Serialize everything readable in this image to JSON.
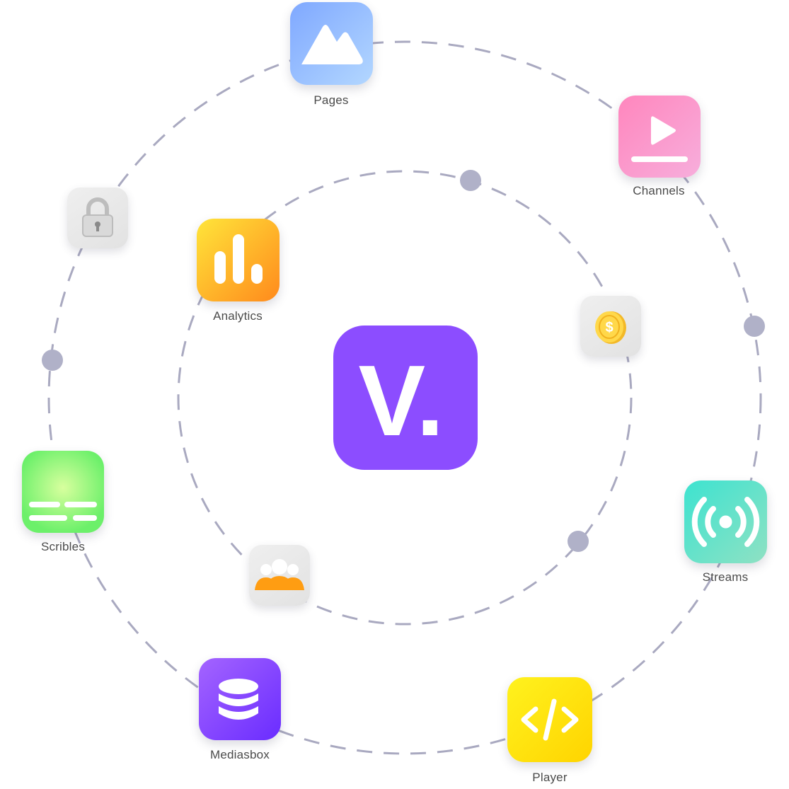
{
  "center": {
    "logo_text": "V.",
    "color": "#8c4dff",
    "icon": "brand-logo-icon"
  },
  "apps": [
    {
      "id": "pages",
      "label": "Pages",
      "icon": "mountain-icon",
      "gradient": [
        "#8ab4ff",
        "#a8d2ff"
      ]
    },
    {
      "id": "channels",
      "label": "Channels",
      "icon": "play-video-icon",
      "gradient": [
        "#ff8fc2",
        "#f6a8d8"
      ]
    },
    {
      "id": "analytics",
      "label": "Analytics",
      "icon": "bar-chart-icon",
      "gradient": [
        "#ffe13a",
        "#ff8a1c"
      ]
    },
    {
      "id": "scribles",
      "label": "Scribles",
      "icon": "text-lines-icon",
      "gradient": [
        "#b6ff8a",
        "#5ff05f"
      ]
    },
    {
      "id": "streams",
      "label": "Streams",
      "icon": "broadcast-icon",
      "gradient": [
        "#3fe6cf",
        "#8ae3c5"
      ]
    },
    {
      "id": "mediasbox",
      "label": "Mediasbox",
      "icon": "database-icon",
      "gradient": [
        "#9d5dff",
        "#6a2cff"
      ]
    },
    {
      "id": "player",
      "label": "Player",
      "icon": "code-icon",
      "gradient": [
        "#fff01c",
        "#ffd600"
      ]
    }
  ],
  "mini_icons": [
    {
      "id": "lock",
      "icon": "padlock-icon"
    },
    {
      "id": "coin",
      "icon": "dollar-coin-icon"
    },
    {
      "id": "team",
      "icon": "team-icon"
    }
  ],
  "colors": {
    "orbit": "#a9a9c0",
    "dot": "#b0b1c8",
    "label": "#4a4a4a"
  }
}
